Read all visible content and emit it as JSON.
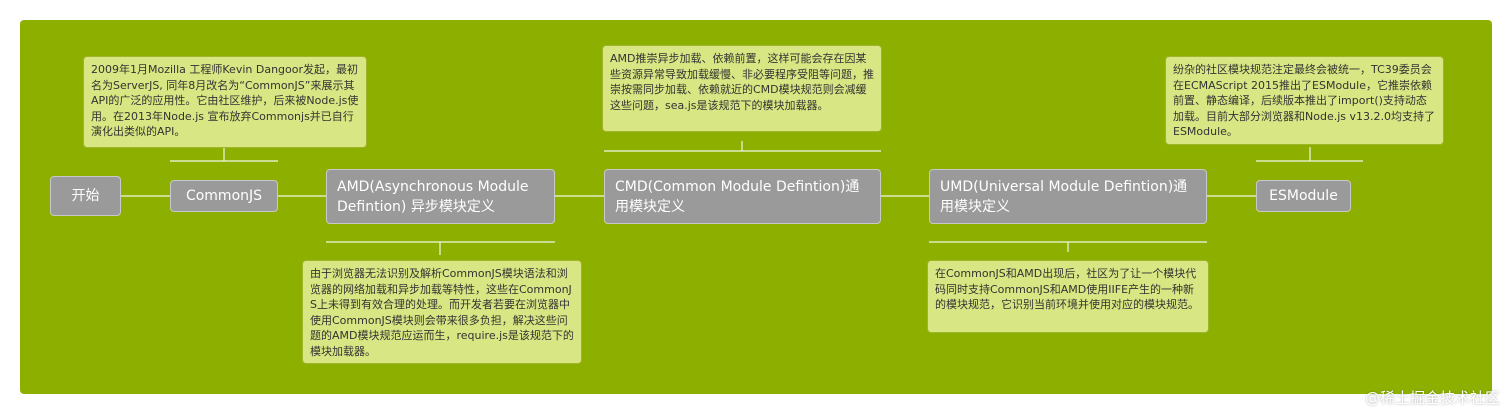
{
  "colors": {
    "canvas_bg": "#8db000",
    "node_bg": "#9a9a9a",
    "note_bg": "#d8e783",
    "connector": "#f2f5e4"
  },
  "nodes": {
    "start": "开始",
    "commonjs": "CommonJS",
    "amd": "AMD(Asynchronous Module\nDefintion) 异步模块定义",
    "cmd": "CMD(Common Module Defintion)通\n用模块定义",
    "umd": "UMD(Universal Module Defintion)通\n用模块定义",
    "esmodule": "ESModule"
  },
  "notes": {
    "commonjs": "2009年1月Mozilla 工程师Kevin Dangoor发起，最初名为ServerJS, 同年8月改名为“CommonJS”来展示其API的广泛的应用性。它由社区维护，后来被Node.js使用。在2013年Node.js 宣布放弃Commonjs并已自行演化出类似的API。",
    "amd": "由于浏览器无法识别及解析CommonJS模块语法和浏览器的网络加载和异步加载等特性，这些在CommonJS上未得到有效合理的处理。而开发者若要在浏览器中使用CommonJS模块则会带来很多负担，解决这些问题的AMD模块规范应运而生，require.js是该规范下的模块加载器。",
    "cmd": "AMD推崇异步加载、依赖前置，这样可能会存在因某些资源异常导致加载缓慢、非必要程序受阻等问题，推崇按需同步加载、依赖就近的CMD模块规范则会减缓这些问题，sea.js是该规范下的模块加载器。",
    "umd": "在CommonJS和AMD出现后，社区为了让一个模块代码同时支持CommonJS和AMD使用IIFE产生的一种新的模块规范，它识别当前环境并使用对应的模块规范。",
    "esmodule": "纷杂的社区模块规范注定最终会被统一，TC39委员会在ECMAScript 2015推出了ESModule，它推崇依赖前置、静态编译，后续版本推出了import()支持动态加载。目前大部分浏览器和Node.js v13.2.0均支持了ESModule。"
  },
  "watermark": "@稀土掘金技术社区"
}
